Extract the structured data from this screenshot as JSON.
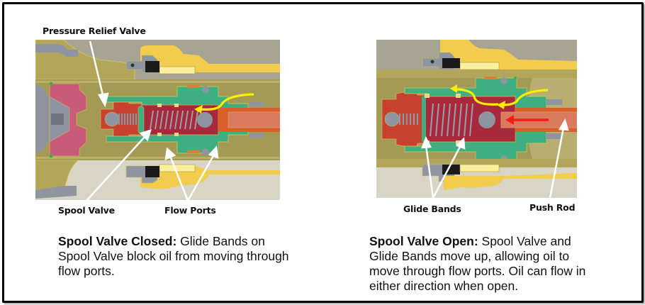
{
  "figure": {
    "panels": [
      {
        "id": "closed",
        "callouts": {
          "pressure_relief_valve": "Pressure Relief Valve",
          "spool_valve": "Spool Valve",
          "flow_ports": "Flow Ports"
        },
        "caption": {
          "title": "Spool Valve Closed:",
          "body_line1": " Glide Bands on",
          "body_line2": "Spool Valve block oil from moving through",
          "body_line3": "flow ports."
        },
        "state": "closed",
        "flow_arrows": [
          "yellow-oil-flow-arrow"
        ]
      },
      {
        "id": "open",
        "callouts": {
          "glide_bands": "Glide Bands",
          "push_rod": "Push Rod"
        },
        "caption": {
          "title": "Spool Valve Open:",
          "body_line1": " Spool Valve and",
          "body_line2": "Glide Bands move up, allowing oil to",
          "body_line3": "move through flow ports. Oil can flow in",
          "body_line4": "either direction when open."
        },
        "state": "open",
        "flow_arrows": [
          "yellow-oil-flow-arrow",
          "red-push-rod-arrow"
        ]
      }
    ],
    "colors": {
      "housing_gray": "#a8a494",
      "housing_light": "#d8d5c6",
      "body_olive": "#b3a65a",
      "bore_olive": "#a39a55",
      "yellow_part": "#f2cc4c",
      "pale_yellow": "#fbf0a0",
      "pink_part": "#c85a7a",
      "red_valve": "#c8402e",
      "crimson_spool": "#a8283c",
      "green_sleeve": "#3fae80",
      "orange_rod": "#d8602a",
      "salmon_rod": "#d97a5e",
      "steel_gray": "#8e95a0",
      "flow_arrow": "#ffee00",
      "push_arrow": "#ff1a1a",
      "callout_arrow": "#ffffff"
    }
  }
}
